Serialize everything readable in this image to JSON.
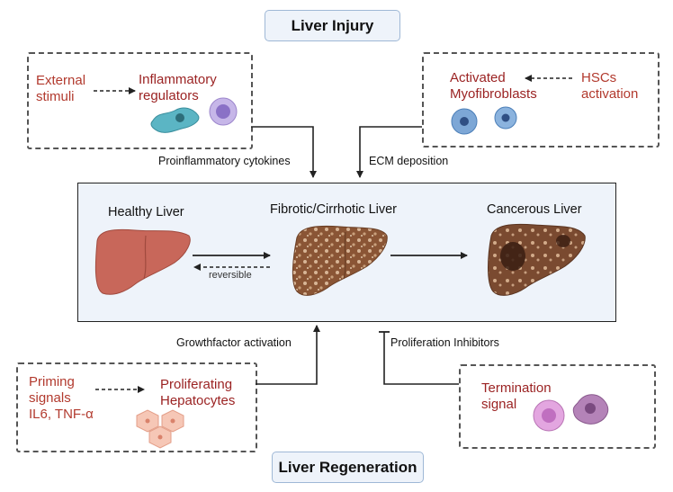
{
  "injury_title": "Liver Injury",
  "regeneration_title": "Liver Regeneration",
  "injury_left": {
    "source": "External\nstimuli",
    "target": "Inflammatory\nregulators"
  },
  "injury_right": {
    "target": "Activated\nMyofibroblasts",
    "source": "HSCs\nactivation"
  },
  "arrows": {
    "cytokines": "Proinflammatory cytokines",
    "ecm": "ECM deposition",
    "growth": "Growthfactor activation",
    "inhibitors": "Proliferation Inhibitors",
    "reversible": "reversible"
  },
  "stages": {
    "healthy": "Healthy Liver",
    "fibrotic": "Fibrotic/Cirrhotic Liver",
    "cancer": "Cancerous Liver"
  },
  "regen_left": {
    "source": "Priming\nsignals\nIL6, TNF-α",
    "target": "Proliferating\nHepatocytes"
  },
  "regen_right": {
    "target": "Termination\nsignal"
  },
  "colors": {
    "liver_healthy": "#c8675a",
    "liver_fibrotic": "#8a5535",
    "panel_bg": "#eef3fa",
    "text_red": "#b23a2e"
  }
}
